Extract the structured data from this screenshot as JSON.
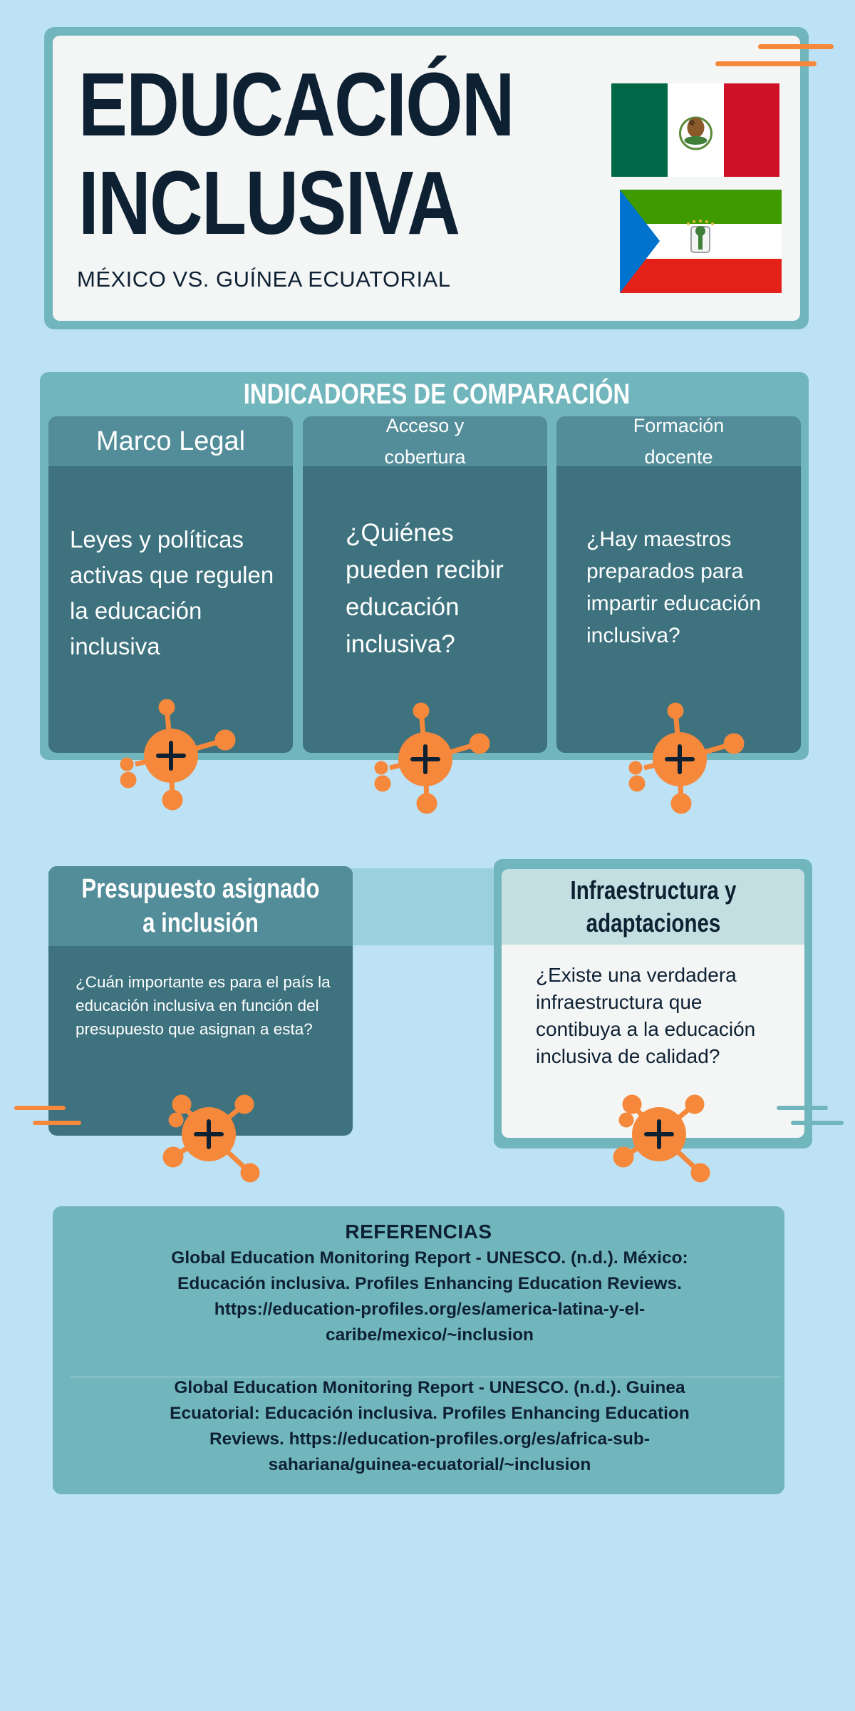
{
  "header": {
    "title_line1": "EDUCACIÓN",
    "title_line2": "INCLUSIVA",
    "subtitle": "MÉXICO VS. GUÍNEA ECUATORIAL"
  },
  "flags": [
    "mexico-flag",
    "equatorial-guinea-flag"
  ],
  "indicators": {
    "title": "INDICADORES DE COMPARACIÓN",
    "cards": [
      {
        "title": "Marco Legal",
        "text": "Leyes y políticas activas que regulen la educación inclusiva"
      },
      {
        "title": "Acceso y cobertura",
        "text": "¿Quiénes pueden recibir educación inclusiva?"
      },
      {
        "title": "Formación docente",
        "text": "¿Hay maestros preparados para impartir educación inclusiva?"
      }
    ]
  },
  "budget": {
    "title": "Presupuesto asignado a inclusión",
    "text": "¿Cuán importante es para el país la educación inclusiva en función del presupuesto que asignan a esta?"
  },
  "infrastructure": {
    "title": "Infraestructura y adaptaciones",
    "text": "¿Existe una verdadera infraestructura que contibuya a la educación inclusiva de calidad?"
  },
  "references": {
    "title": "REFERENCIAS",
    "items": [
      "Global Education Monitoring Report - UNESCO. (n.d.). México: Educación inclusiva. Profiles Enhancing Education Reviews. https://education-profiles.org/es/america-latina-y-el-caribe/mexico/~inclusion",
      "Global Education Monitoring Report - UNESCO. (n.d.). Guinea Ecuatorial: Educación inclusiva. Profiles Enhancing Education Reviews. https://education-profiles.org/es/africa-sub-sahariana/guinea-ecuatorial/~inclusion"
    ]
  },
  "colors": {
    "background": "#bde2f6",
    "frame": "#72b6bd",
    "card": "#3d727e",
    "card_header": "#528d99",
    "dark_text": "#0e2133",
    "accent_orange": "#f5883a"
  }
}
